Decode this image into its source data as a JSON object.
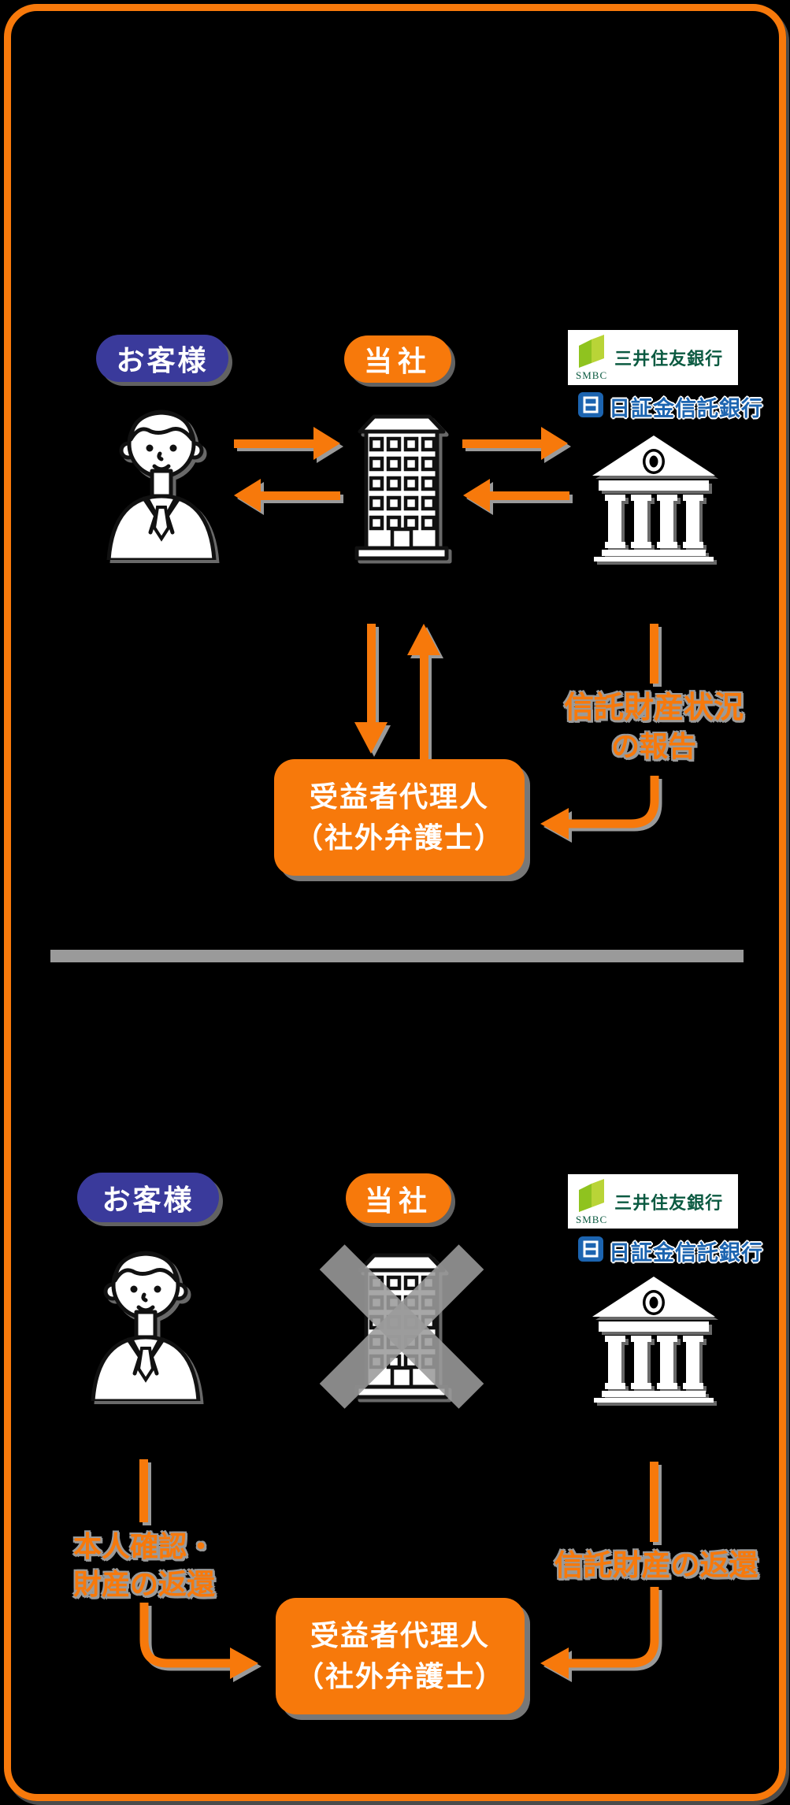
{
  "colors": {
    "accent_orange": "#f7790b",
    "customer_badge_blue": "#3a3a9b",
    "shadow_gray": "#9a9a9a",
    "smbc_mark_green": "#9cc81f",
    "smbc_text_green": "#0b5a41",
    "nisshokin_blue": "#1c64b0",
    "background": "#000000"
  },
  "top": {
    "customer_badge": "お客様",
    "company_badge": "当社",
    "smbc": {
      "mark_text": "SMBC",
      "bank_name": "三井住友銀行"
    },
    "trust_bank_name": "日証金信託銀行",
    "report_label_line1": "信託財産状況",
    "report_label_line2": "の報告",
    "agent_box_line1": "受益者代理人",
    "agent_box_line2": "（社外弁護士）"
  },
  "bottom": {
    "customer_badge": "お客様",
    "company_badge": "当社",
    "smbc": {
      "mark_text": "SMBC",
      "bank_name": "三井住友銀行"
    },
    "trust_bank_name": "日証金信託銀行",
    "customer_label_line1": "本人確認・",
    "customer_label_line2": "財産の返還",
    "bank_label": "信託財産の返還",
    "agent_box_line1": "受益者代理人",
    "agent_box_line2": "（社外弁護士）"
  }
}
